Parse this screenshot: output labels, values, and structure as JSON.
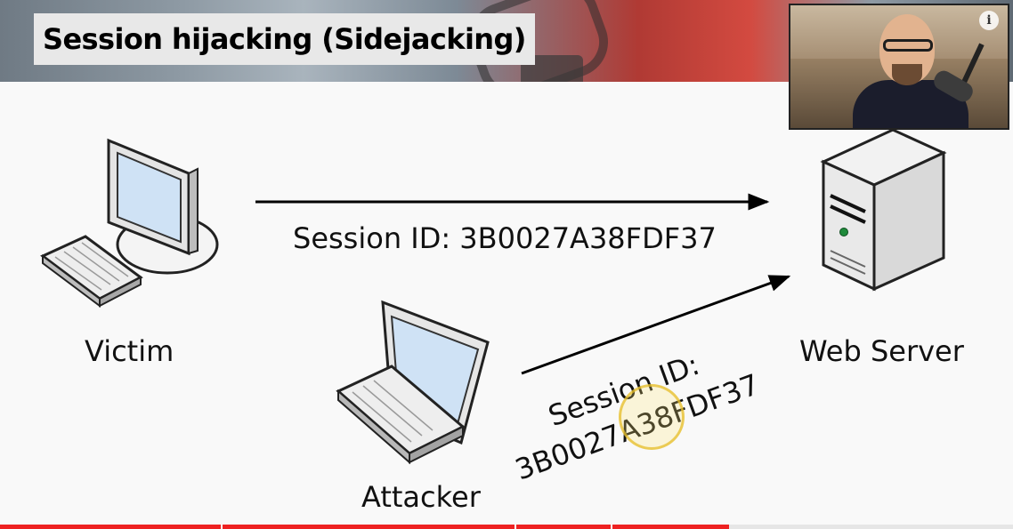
{
  "slide": {
    "title": "Session hijacking (Sidejacking)",
    "victim_label": "Victim",
    "server_label": "Web Server",
    "attacker_label": "Attacker",
    "session_top": "Session ID: 3B0027A38FDF37",
    "session_attacker_line1": "Session ID:",
    "session_attacker_line2": "3B0027A38FDF37"
  },
  "webcam": {
    "info_glyph": "i"
  },
  "player": {
    "progress_fraction": 0.72,
    "progress_color": "#ee2222"
  },
  "icons": [
    "desktop-computer-icon",
    "laptop-icon",
    "server-tower-icon",
    "info-icon"
  ]
}
